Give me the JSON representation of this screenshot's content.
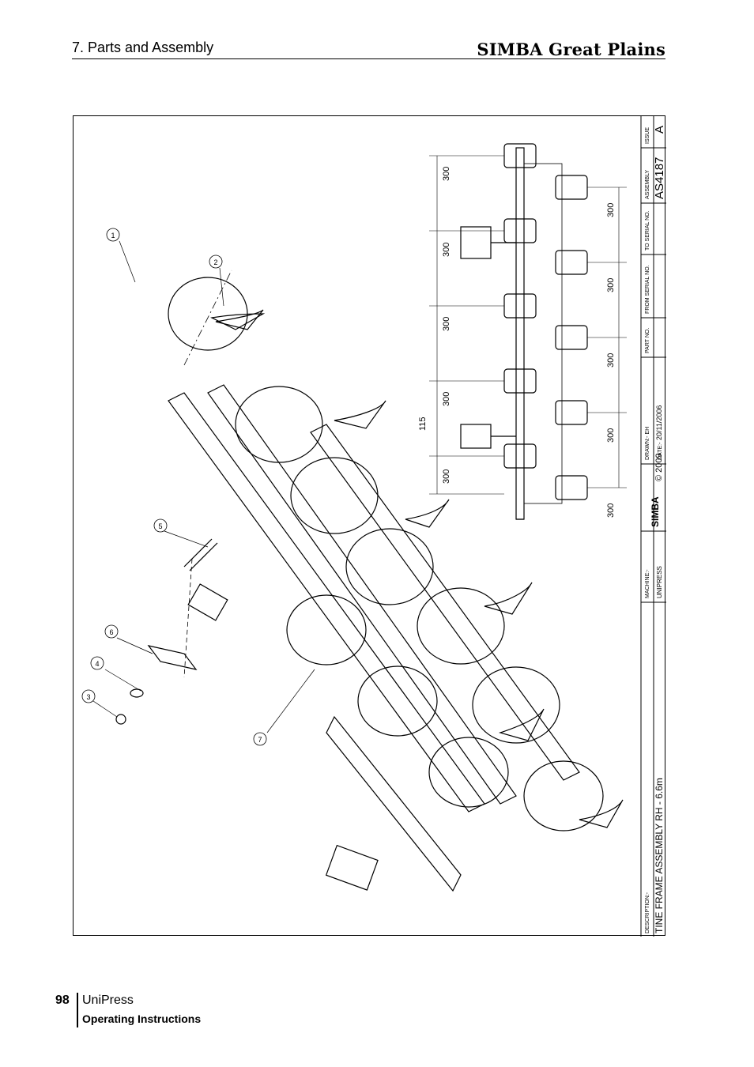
{
  "header": {
    "section": "7. Parts and Assembly",
    "brand": "SIMBA Great Plains"
  },
  "drawing": {
    "title_block": {
      "description_label": "DESCRIPTION:-",
      "description": "TINE FRAME ASSEMBLY RH - 6.6m",
      "machine_label": "MACHINE:-",
      "machine": "UNIPRESS",
      "logo": "SIMBA",
      "copyright": "© 2009",
      "drawn_label": "DRAWN:- EH",
      "date_label": "DATE:-",
      "date": "20/11/2006",
      "part_no_label": "PART NO.",
      "from_serial_label": "FROM SERIAL NO.",
      "to_serial_label": "TO SERIAL NO.",
      "assembly_label": "ASSEMBLY",
      "assembly": "AS4187",
      "issue_label": "ISSUE",
      "issue": "A"
    },
    "dimensions": {
      "top": [
        "300",
        "300",
        "300",
        "300",
        "300"
      ],
      "offset": "115",
      "bottom": [
        "300",
        "300",
        "300",
        "300",
        "300"
      ]
    },
    "balloons": [
      "1",
      "2",
      "3",
      "4",
      "5",
      "6",
      "7"
    ]
  },
  "footer": {
    "page_number": "98",
    "product": "UniPress",
    "subtitle": "Operating Instructions"
  }
}
